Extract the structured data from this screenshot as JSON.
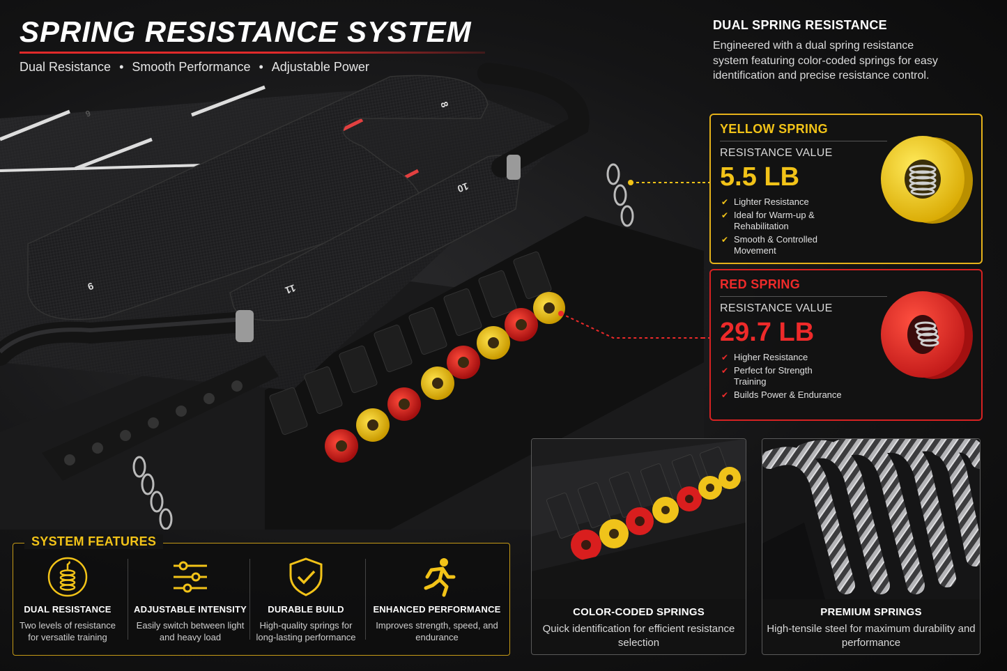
{
  "header": {
    "title": "SPRING RESISTANCE SYSTEM",
    "tags": [
      "Dual Resistance",
      "Smooth Performance",
      "Adjustable Power"
    ],
    "separator": "•"
  },
  "intro": {
    "title": "DUAL SPRING RESISTANCE",
    "body": "Engineered with a dual spring resistance system featuring color-coded springs for easy identification and precise resistance control."
  },
  "springs": {
    "yellow": {
      "title": "YELLOW SPRING",
      "label": "RESISTANCE VALUE",
      "value": "5.5 LB",
      "color": "#f2c318",
      "points": [
        "Lighter Resistance",
        "Ideal for Warm-up & Rehabilitation",
        "Smooth & Controlled Movement"
      ]
    },
    "red": {
      "title": "RED SPRING",
      "label": "RESISTANCE VALUE",
      "value": "29.7 LB",
      "color": "#ee2a2a",
      "points": [
        "Higher Resistance",
        "Perfect for Strength Training",
        "Builds Power & Endurance"
      ]
    }
  },
  "hero": {
    "pad_numbers": [
      "8",
      "10",
      "11",
      "9",
      "6"
    ]
  },
  "features": {
    "title": "SYSTEM FEATURES",
    "items": [
      {
        "icon": "coil-spring-icon",
        "title": "DUAL RESISTANCE",
        "desc": "Two levels of resistance for versatile training"
      },
      {
        "icon": "sliders-icon",
        "title": "ADJUSTABLE INTENSITY",
        "desc": "Easily switch between light and heavy load"
      },
      {
        "icon": "shield-check-icon",
        "title": "DURABLE BUILD",
        "desc": "High-quality springs for long-lasting performance"
      },
      {
        "icon": "running-person-icon",
        "title": "ENHANCED PERFORMANCE",
        "desc": "Improves strength, speed, and endurance"
      }
    ]
  },
  "photos": [
    {
      "title": "COLOR-CODED SPRINGS",
      "desc": "Quick identification for efficient resistance selection"
    },
    {
      "title": "PREMIUM SPRINGS",
      "desc": "High-tensile steel for maximum durability and performance"
    }
  ],
  "colors": {
    "accent_yellow": "#f2c318",
    "accent_red": "#ee2a2a",
    "background": "#0d0d0e"
  }
}
